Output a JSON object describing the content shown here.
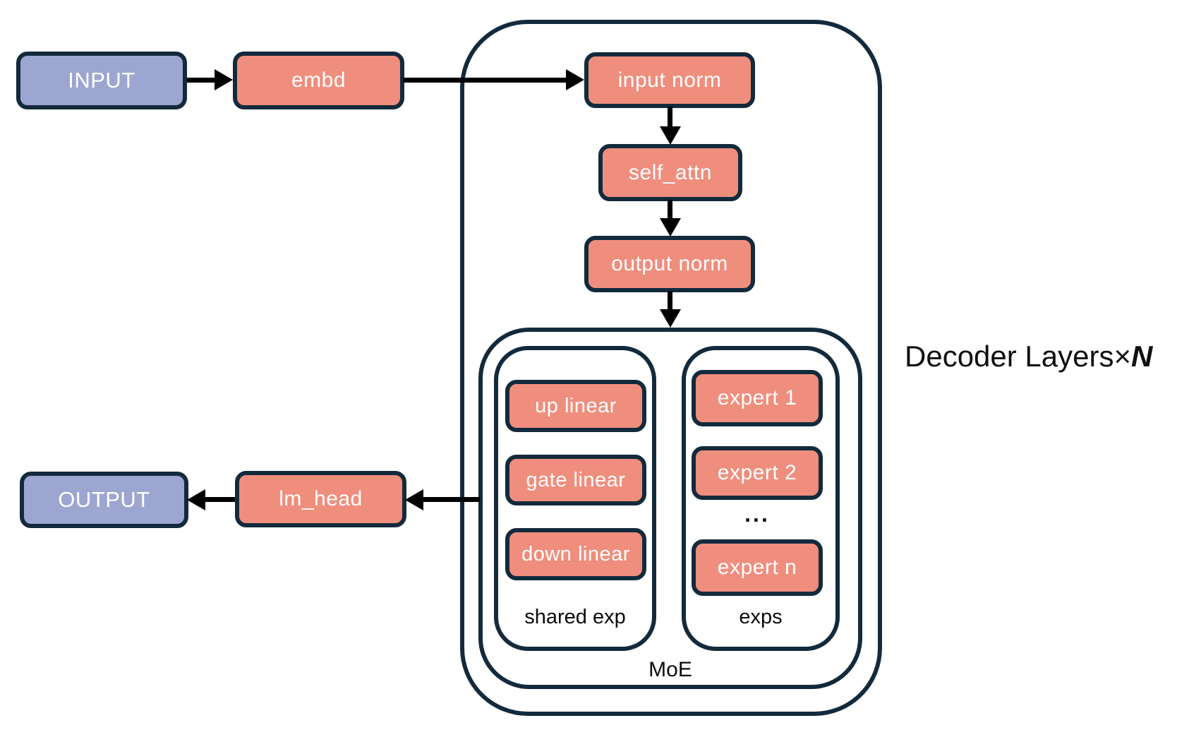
{
  "diagram": {
    "colors": {
      "node_fill": "#ef8e7d",
      "io_fill": "#9da6d0",
      "outline": "#132a3c",
      "arrow": "#000000",
      "node_text": "#ffffff",
      "label_text": "#0b0b0b",
      "background": "#ffffff"
    },
    "nodes": {
      "input": {
        "label": "INPUT"
      },
      "embd": {
        "label": "embd"
      },
      "input_norm": {
        "label": "input norm"
      },
      "self_attn": {
        "label": "self_attn"
      },
      "output_norm": {
        "label": "output norm"
      },
      "up_linear": {
        "label": "up linear"
      },
      "gate_linear": {
        "label": "gate linear"
      },
      "down_linear": {
        "label": "down linear"
      },
      "expert_1": {
        "label": "expert 1"
      },
      "expert_2": {
        "label": "expert 2"
      },
      "expert_dots": {
        "label": "..."
      },
      "expert_n": {
        "label": "expert n"
      },
      "lm_head": {
        "label": "lm_head"
      },
      "output": {
        "label": "OUTPUT"
      }
    },
    "containers": {
      "decoder": {
        "label_prefix": "Decoder Layers×",
        "label_var": "N"
      },
      "moe": {
        "label": "MoE"
      },
      "shared_exp": {
        "label": "shared exp"
      },
      "exps": {
        "label": "exps"
      }
    }
  }
}
